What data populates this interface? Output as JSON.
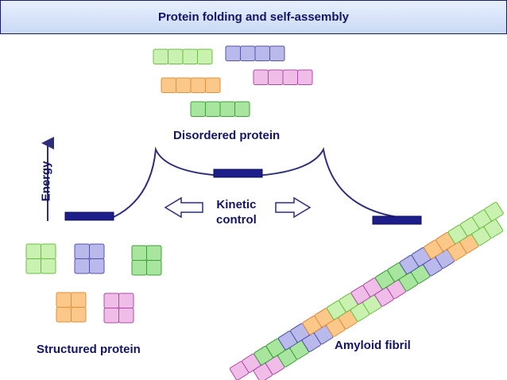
{
  "title": "Protein folding and self-assembly",
  "labels": {
    "energy": "Energy",
    "disordered": "Disordered protein",
    "kinetic_line1": "Kinetic",
    "kinetic_line2": "control",
    "structured": "Structured protein",
    "amyloid": "Amyloid fibril"
  },
  "colors": {
    "green": {
      "fill": "#c9f2b0",
      "stroke": "#6cbf45"
    },
    "purple": {
      "fill": "#b9b9ec",
      "stroke": "#5454a8"
    },
    "orange": {
      "fill": "#fcc88a",
      "stroke": "#e0903a"
    },
    "pink": {
      "fill": "#f0bde9",
      "stroke": "#b04aa8"
    },
    "dkgreen": {
      "fill": "#a8e6a0",
      "stroke": "#3f9f3a"
    },
    "curve": "#2e2e7a",
    "level_bar": "#1e1e8a",
    "text": "#141466"
  }
}
